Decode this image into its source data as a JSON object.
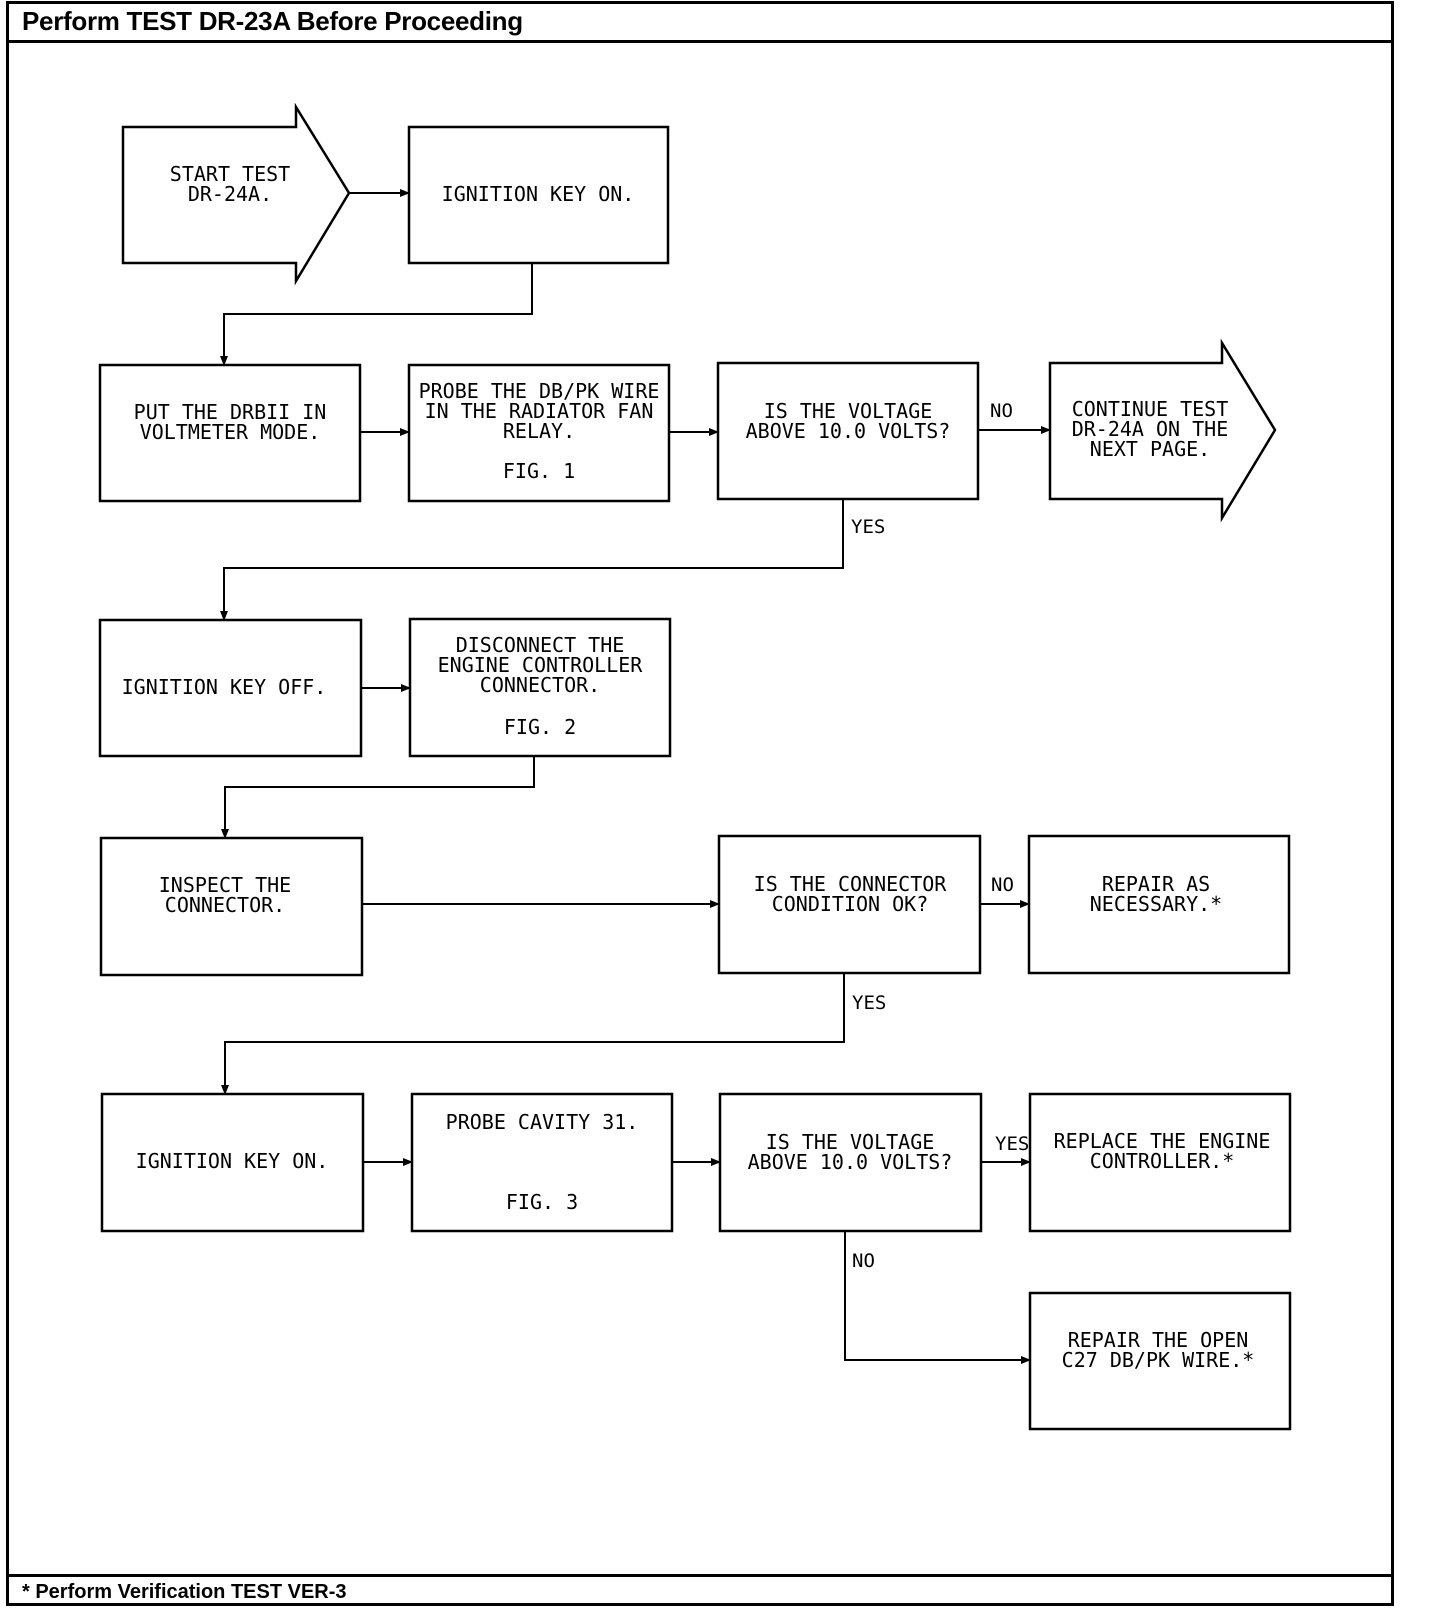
{
  "header": {
    "title": "Perform TEST DR-23A Before Proceeding"
  },
  "footer": {
    "note": "* Perform Verification TEST VER-3"
  },
  "nodes": {
    "start": [
      "START TEST",
      "DR-24A."
    ],
    "ign_on_1": [
      "IGNITION KEY ON."
    ],
    "put_drbii": [
      "PUT THE DRBII IN",
      "VOLTMETER MODE."
    ],
    "probe_wire": [
      "PROBE THE DB/PK WIRE",
      "IN THE RADIATOR FAN",
      "RELAY."
    ],
    "probe_wire_fig": "FIG. 1",
    "q_voltage_1": [
      "IS THE VOLTAGE",
      "ABOVE 10.0 VOLTS?"
    ],
    "continue": [
      "CONTINUE TEST",
      "DR-24A ON THE",
      "NEXT PAGE."
    ],
    "ign_off": [
      "IGNITION KEY OFF."
    ],
    "disconnect": [
      "DISCONNECT THE",
      "ENGINE CONTROLLER",
      "CONNECTOR."
    ],
    "disconnect_fig": "FIG. 2",
    "inspect": [
      "INSPECT THE",
      "CONNECTOR."
    ],
    "q_connector": [
      "IS THE CONNECTOR",
      "CONDITION OK?"
    ],
    "repair_nec": [
      "REPAIR AS",
      "NECESSARY.*"
    ],
    "ign_on_2": [
      "IGNITION KEY ON."
    ],
    "probe_cavity": [
      "PROBE CAVITY 31."
    ],
    "probe_cavity_fig": "FIG. 3",
    "q_voltage_2": [
      "IS THE VOLTAGE",
      "ABOVE 10.0 VOLTS?"
    ],
    "replace": [
      "REPLACE THE ENGINE",
      "CONTROLLER.*"
    ],
    "repair_open": [
      "REPAIR THE OPEN",
      "C27 DB/PK WIRE.*"
    ]
  },
  "labels": {
    "no_1": "NO",
    "yes_1": "YES",
    "no_2": "NO",
    "yes_2": "YES",
    "yes_3": "YES",
    "no_3": "NO"
  }
}
